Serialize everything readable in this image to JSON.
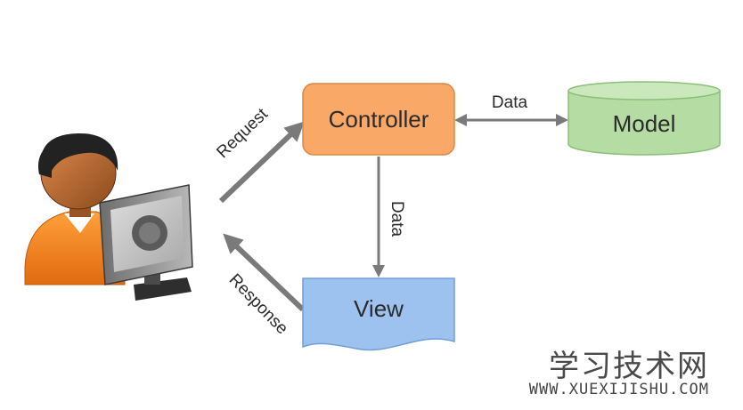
{
  "diagram": {
    "nodes": {
      "controller": {
        "label": "Controller",
        "fill": "#f9a868",
        "stroke": "#d98945"
      },
      "model": {
        "label": "Model",
        "fill": "#b5dca3",
        "stroke": "#8abf78"
      },
      "view": {
        "label": "View",
        "fill": "#9ec2f0",
        "stroke": "#6f9fd8"
      }
    },
    "edges": {
      "request": "Request",
      "response": "Response",
      "data_controller_model": "Data",
      "data_controller_view": "Data"
    },
    "user": {
      "icon": "user-at-computer-icon"
    },
    "colors": {
      "arrow": "#7a7a7a"
    }
  },
  "watermark": {
    "brand": "学习技术网",
    "url": "WWW.XUEXIJISHU.COM"
  }
}
